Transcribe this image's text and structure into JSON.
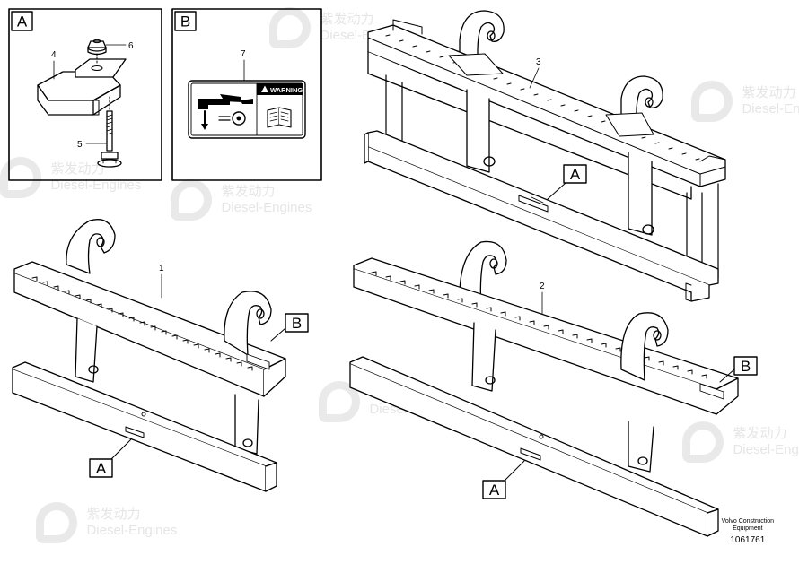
{
  "diagram": {
    "detail_a": {
      "letter": "A",
      "callouts": [
        "4",
        "6",
        "5"
      ]
    },
    "detail_b": {
      "letter": "B",
      "callout": "7",
      "warning_label": "WARNING"
    },
    "assembly_top": {
      "callout": "3",
      "ref_letter": "A"
    },
    "assembly_left": {
      "callout": "1",
      "ref_letters": [
        "B",
        "A"
      ]
    },
    "assembly_right": {
      "callout": "2",
      "ref_letters": [
        "B",
        "A"
      ]
    }
  },
  "credit": {
    "line1": "Volvo Construction",
    "line2": "Equipment",
    "number": "1061761"
  },
  "watermark": {
    "brand": "紫发动力",
    "text": "Diesel-Engines"
  }
}
